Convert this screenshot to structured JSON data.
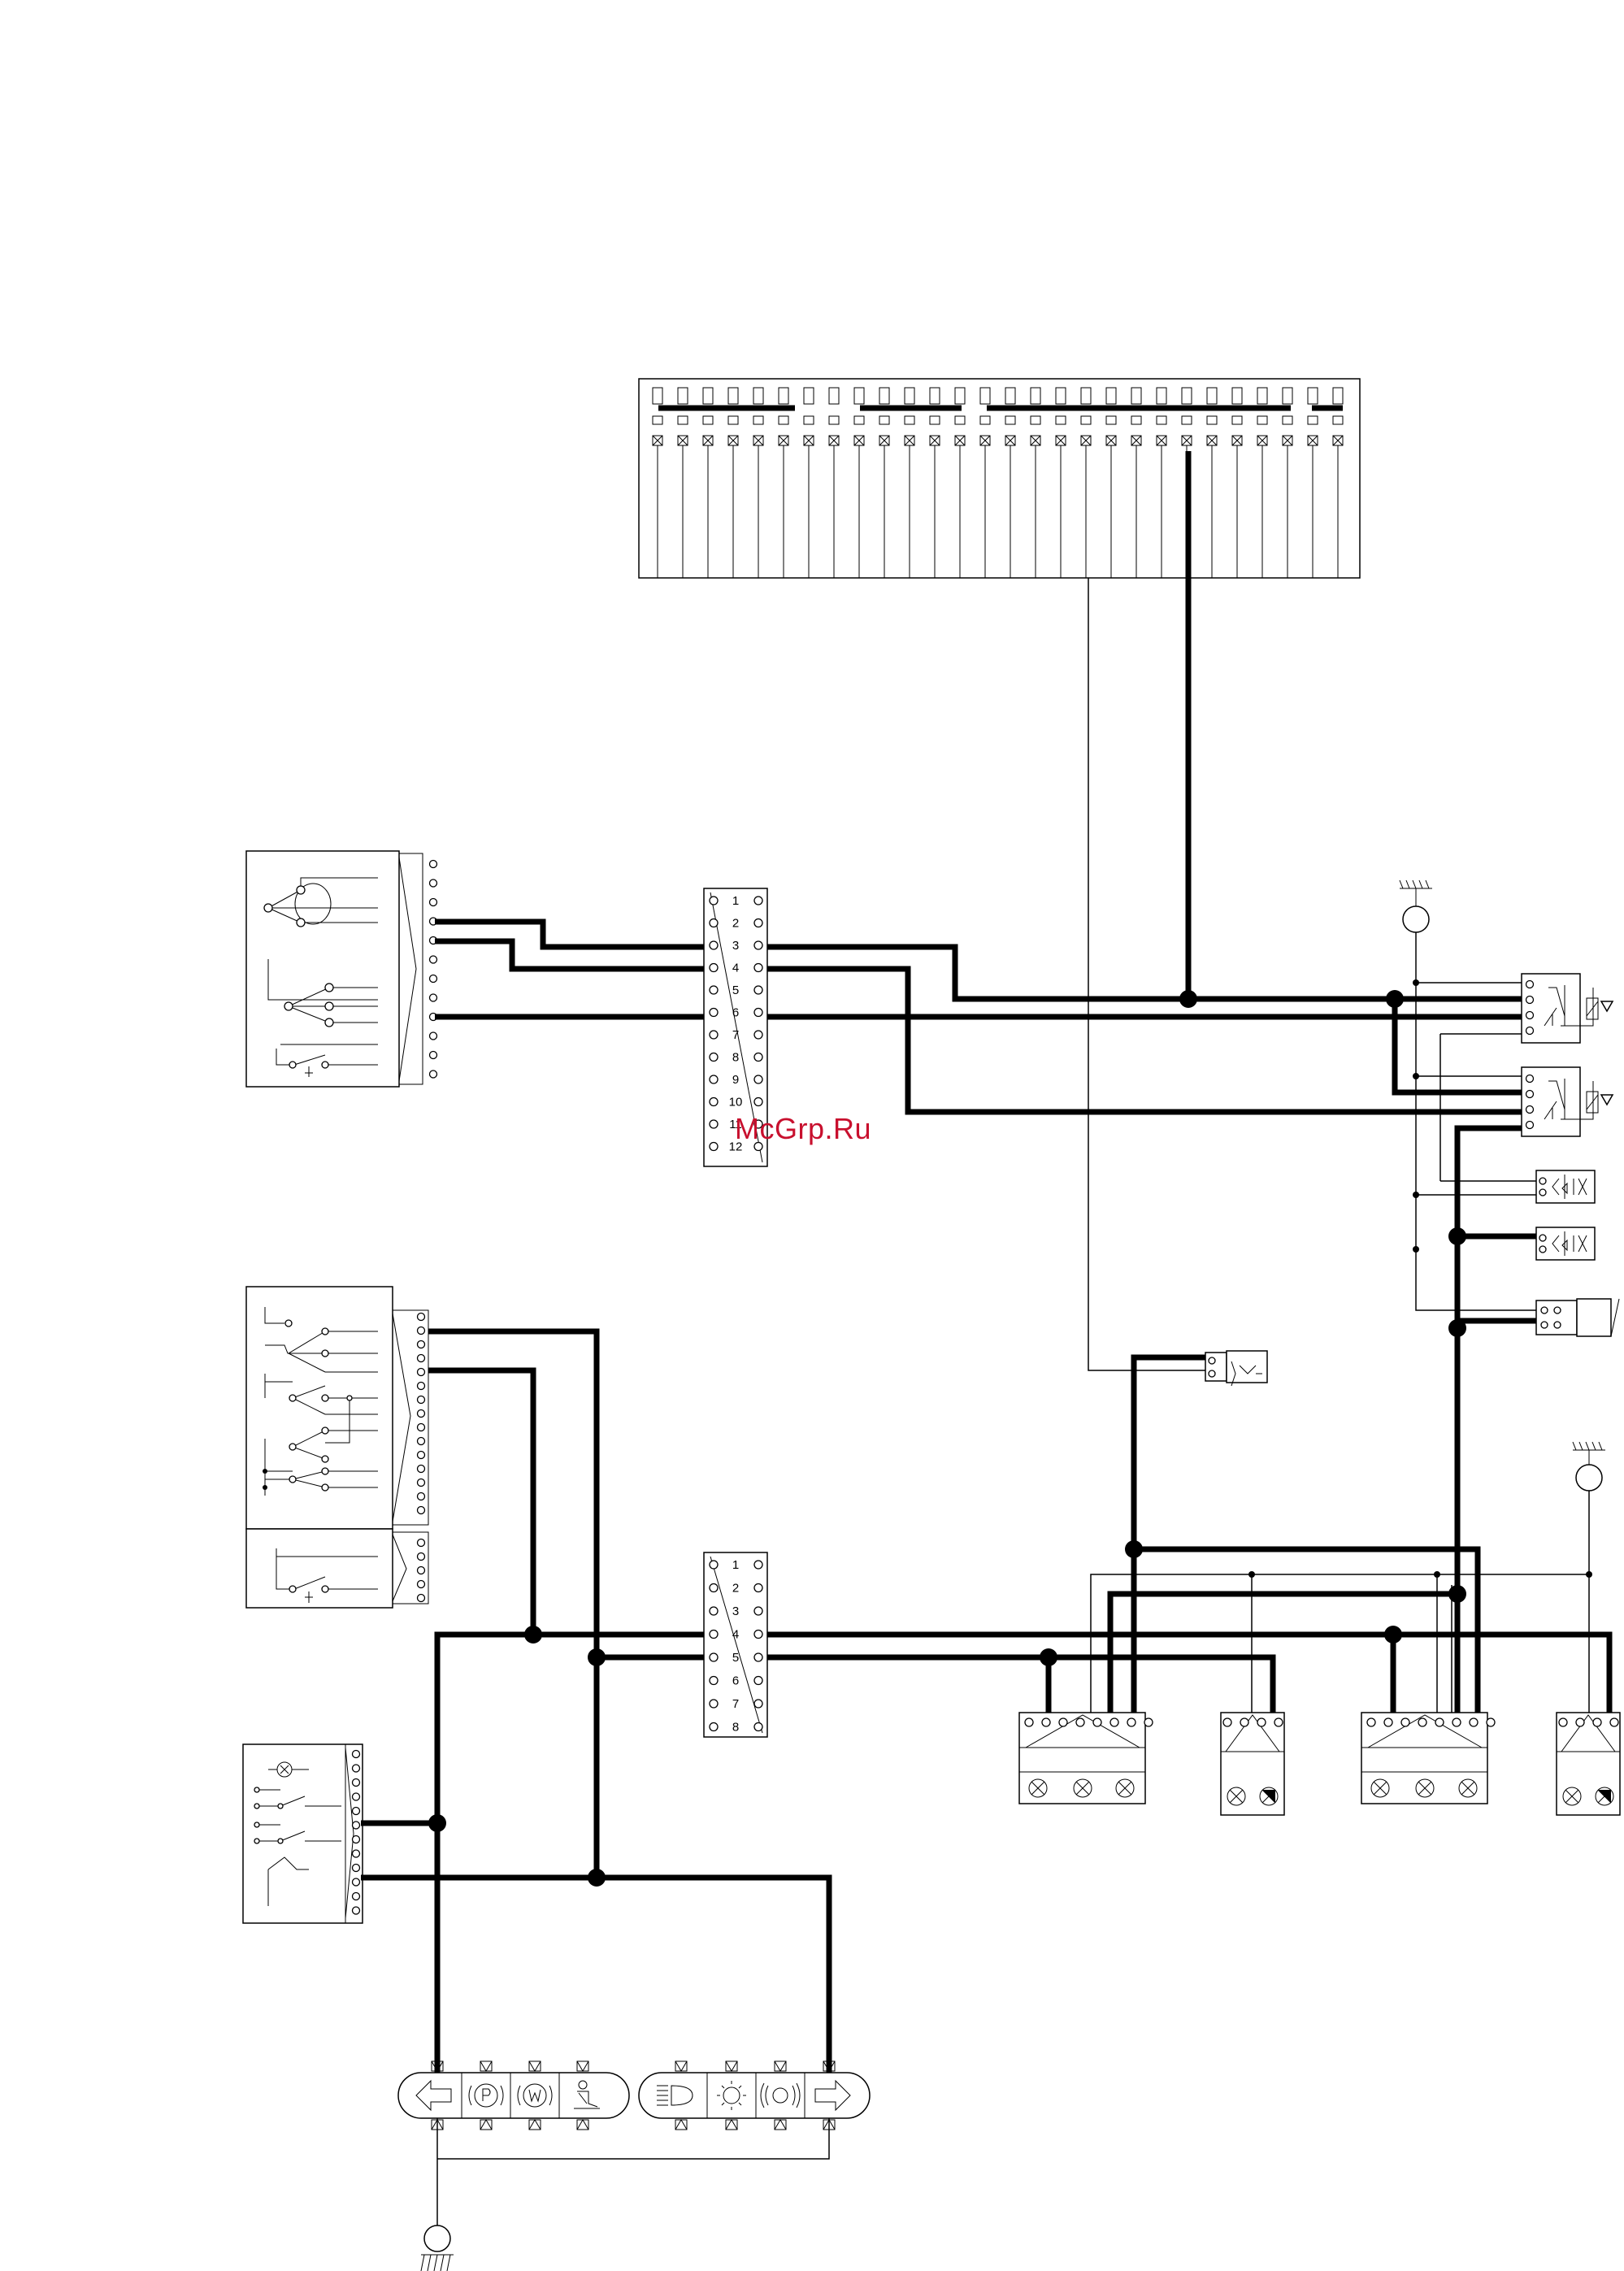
{
  "watermark": "McGrp.Ru",
  "connector_top": {
    "pins": [
      "1",
      "2",
      "3",
      "4",
      "5",
      "6",
      "7",
      "8",
      "9",
      "10",
      "11",
      "12"
    ]
  },
  "connector_bottom": {
    "pins": [
      "1",
      "2",
      "3",
      "4",
      "5",
      "6",
      "7",
      "8"
    ]
  }
}
